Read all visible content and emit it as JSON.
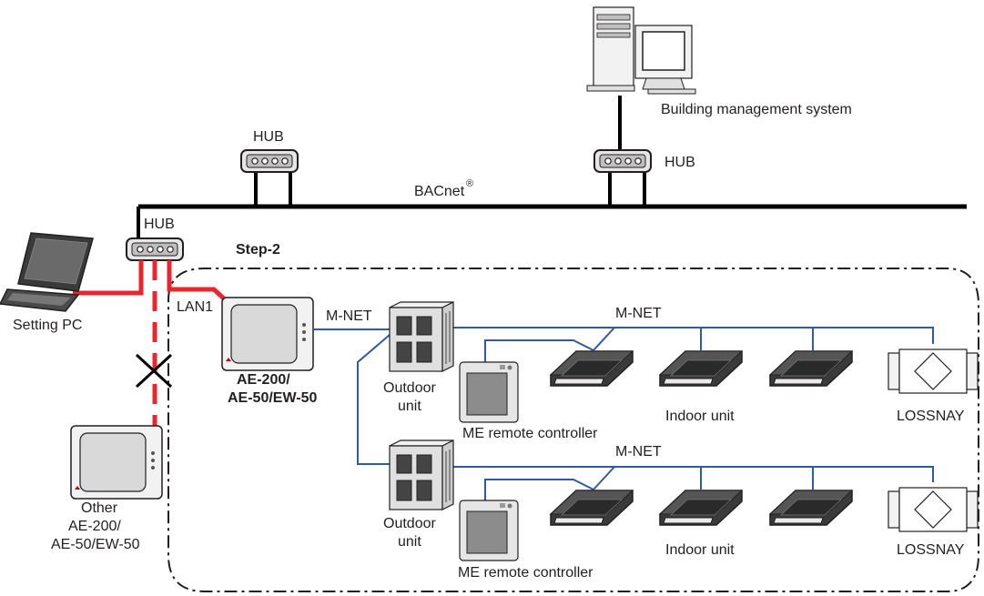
{
  "labels": {
    "building_management_system": "Building management system",
    "hub": "HUB",
    "bacnet": "BACnet",
    "bacnet_reg": "®",
    "step": "Step-2",
    "setting_pc": "Setting PC",
    "lan1": "LAN1",
    "mnet": "M-NET",
    "controller_line1": "AE-200/",
    "controller_line2": "AE-50/EW-50",
    "outdoor_line1": "Outdoor",
    "outdoor_line2": "unit",
    "me_remote": "ME remote controller",
    "indoor_unit": "Indoor unit",
    "lossnay": "LOSSNAY",
    "other_line1": "Other",
    "other_line2": "AE-200/",
    "other_line3": "AE-50/EW-50"
  },
  "colors": {
    "lan_connection": "#e8262b",
    "mnet_line": "#2e5aa8",
    "bacnet_line": "#000000",
    "device_gray": "#d9d9d9"
  },
  "icons": [
    "computer-icon",
    "hub-icon",
    "laptop-icon",
    "touch-panel-icon",
    "outdoor-unit-icon",
    "remote-controller-icon",
    "indoor-unit-icon",
    "lossnay-icon",
    "prohibited-x-icon"
  ]
}
